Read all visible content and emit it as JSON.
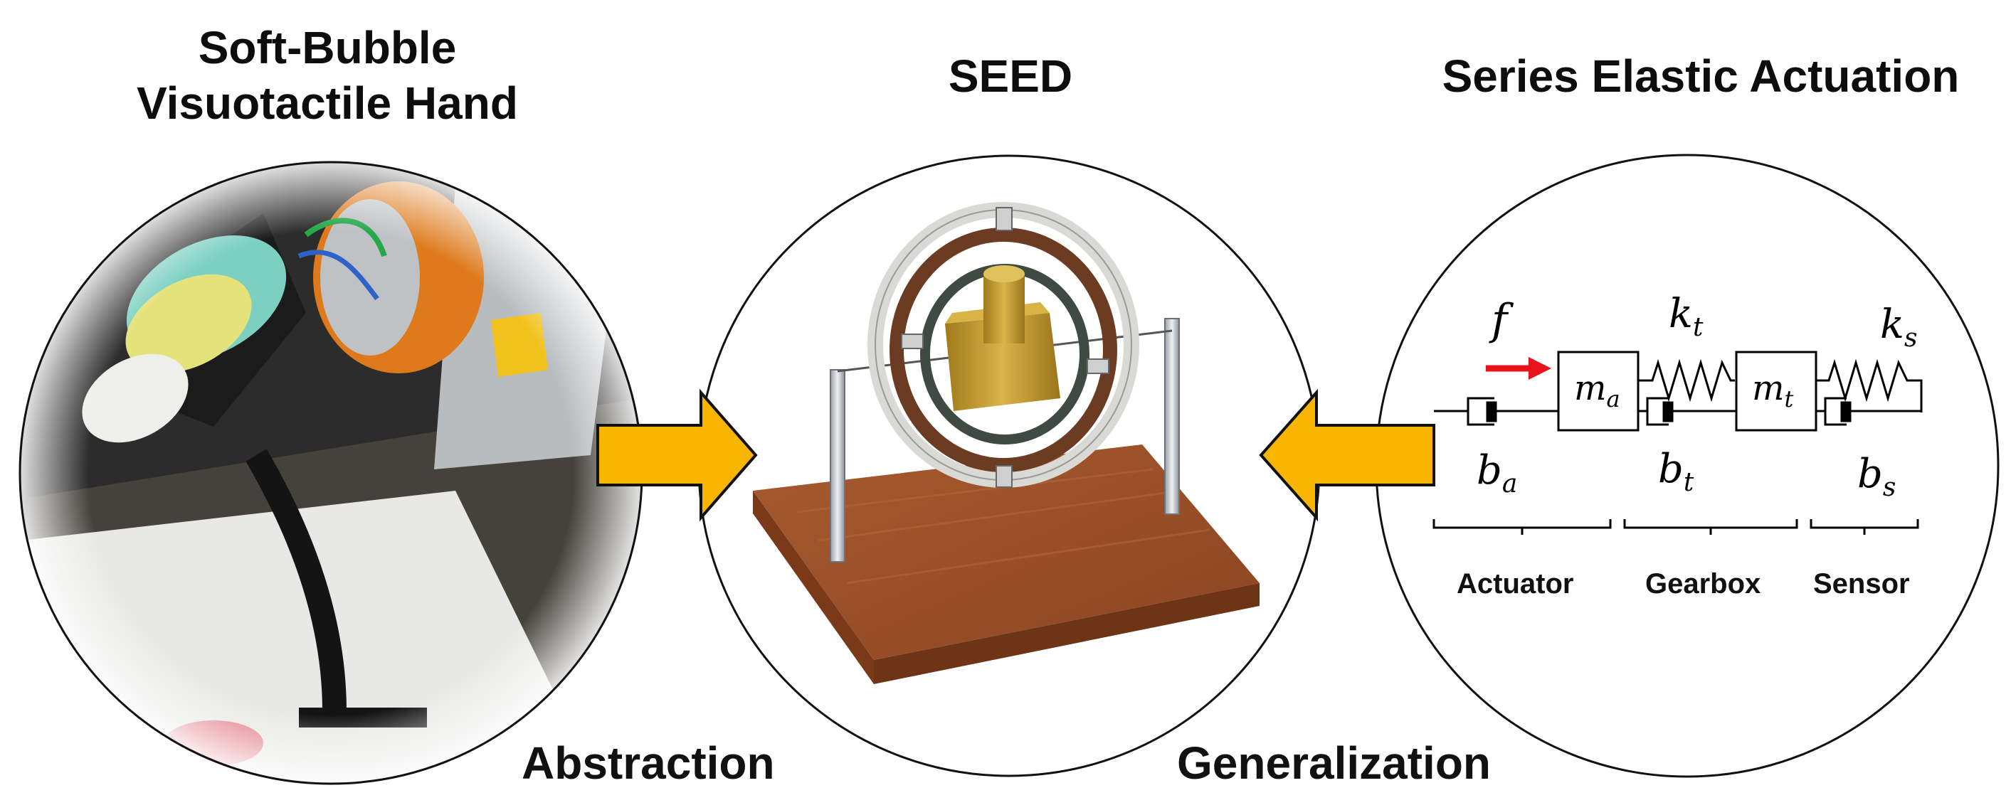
{
  "titles": {
    "left_line1": "Soft-Bubble",
    "left_line2": "Visuotactile Hand",
    "center": "SEED",
    "right": "Series Elastic Actuation"
  },
  "bottom_labels": {
    "left": "Abstraction",
    "right": "Generalization"
  },
  "diagram": {
    "force": "f",
    "mass_a": "m",
    "mass_a_sub": "a",
    "mass_t": "m",
    "mass_t_sub": "t",
    "spring_t": "k",
    "spring_t_sub": "t",
    "spring_s": "k",
    "spring_s_sub": "s",
    "damper_a": "b",
    "damper_a_sub": "a",
    "damper_t": "b",
    "damper_t_sub": "t",
    "damper_s": "b",
    "damper_s_sub": "s",
    "section_actuator": "Actuator",
    "section_gearbox": "Gearbox",
    "section_sensor": "Sensor"
  },
  "colors": {
    "arrow": "#f7b500",
    "force_arrow": "#e8141a",
    "wood": "#9a4e27",
    "brass": "#c8a032"
  }
}
